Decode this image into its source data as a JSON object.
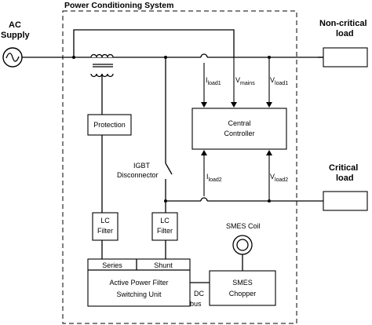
{
  "title": "Power Conditioning System",
  "ac_supply": {
    "line1": "AC",
    "line2": "Supply",
    "symbol": "~"
  },
  "noncritical_load": {
    "line1": "Non-critical",
    "line2": "load"
  },
  "critical_load": {
    "line1": "Critical",
    "line2": "load"
  },
  "protection": "Protection",
  "igbt": {
    "line1": "IGBT",
    "line2": "Disconnector"
  },
  "central_controller": {
    "line1": "Central",
    "line2": "Controller"
  },
  "lc_filter_left": {
    "line1": "LC",
    "line2": "Filter"
  },
  "lc_filter_right": {
    "line1": "LC",
    "line2": "Filter"
  },
  "series_label": "Series",
  "shunt_label": "Shunt",
  "apf": {
    "line1": "Active Power Filter",
    "line2": "Switching Unit"
  },
  "smes_coil": "SMES Coil",
  "smes_chopper": {
    "line1": "SMES",
    "line2": "Chopper"
  },
  "dc_bus": {
    "line1": "DC",
    "line2": "bus"
  },
  "signals": {
    "iload1": {
      "main": "I",
      "sub": "load1"
    },
    "vmains": {
      "main": "V",
      "sub": "mains"
    },
    "vload1": {
      "main": "V",
      "sub": "load1"
    },
    "iload2": {
      "main": "I",
      "sub": "load2"
    },
    "vload2": {
      "main": "V",
      "sub": "load2"
    }
  }
}
